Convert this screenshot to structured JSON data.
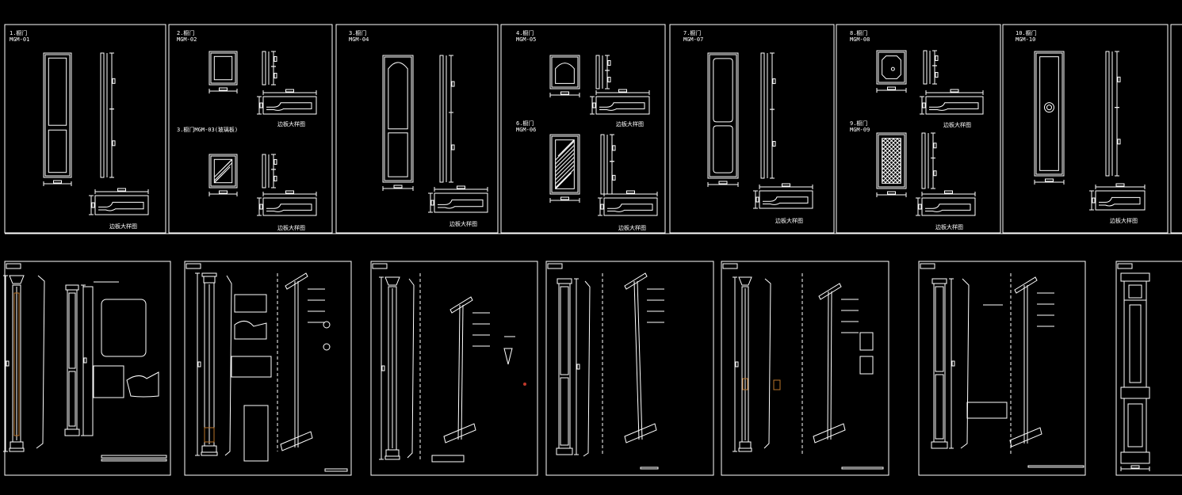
{
  "colors": {
    "background": "#000000",
    "line": "#ffffff",
    "accent_red": "#c0392b",
    "accent_orange": "#b8732a"
  },
  "door_sheets": [
    {
      "title": "1.橱门",
      "code": "MGM-01",
      "caption": "边板大样图"
    },
    {
      "title": "2.橱门",
      "code": "MGM-02",
      "caption": "边板大样图",
      "title2": "3.橱门MGM-03(玻璃板)",
      "caption2": "边板大样图"
    },
    {
      "title": "3.橱门",
      "code": "MGM-04",
      "caption": "边板大样图"
    },
    {
      "title": "4.橱门",
      "code": "MGM-05",
      "caption": "边板大样图",
      "title2": "6.橱门",
      "code2": "MGM-06",
      "caption2": "边板大样图"
    },
    {
      "title": "7.橱门",
      "code": "MGM-07",
      "caption": "边板大样图"
    },
    {
      "title": "8.橱门",
      "code": "MGM-08",
      "caption": "边板大样图",
      "title2": "9.橱门",
      "code2": "MGM-09",
      "caption2": "边板大样图"
    },
    {
      "title": "10.橱门",
      "code": "MGM-10",
      "caption": "边板大样图"
    }
  ],
  "column_sheets": [
    {
      "id": "column-sheet-1"
    },
    {
      "id": "column-sheet-2"
    },
    {
      "id": "column-sheet-3"
    },
    {
      "id": "column-sheet-4"
    },
    {
      "id": "column-sheet-5"
    },
    {
      "id": "column-sheet-6"
    },
    {
      "id": "column-sheet-7"
    }
  ]
}
